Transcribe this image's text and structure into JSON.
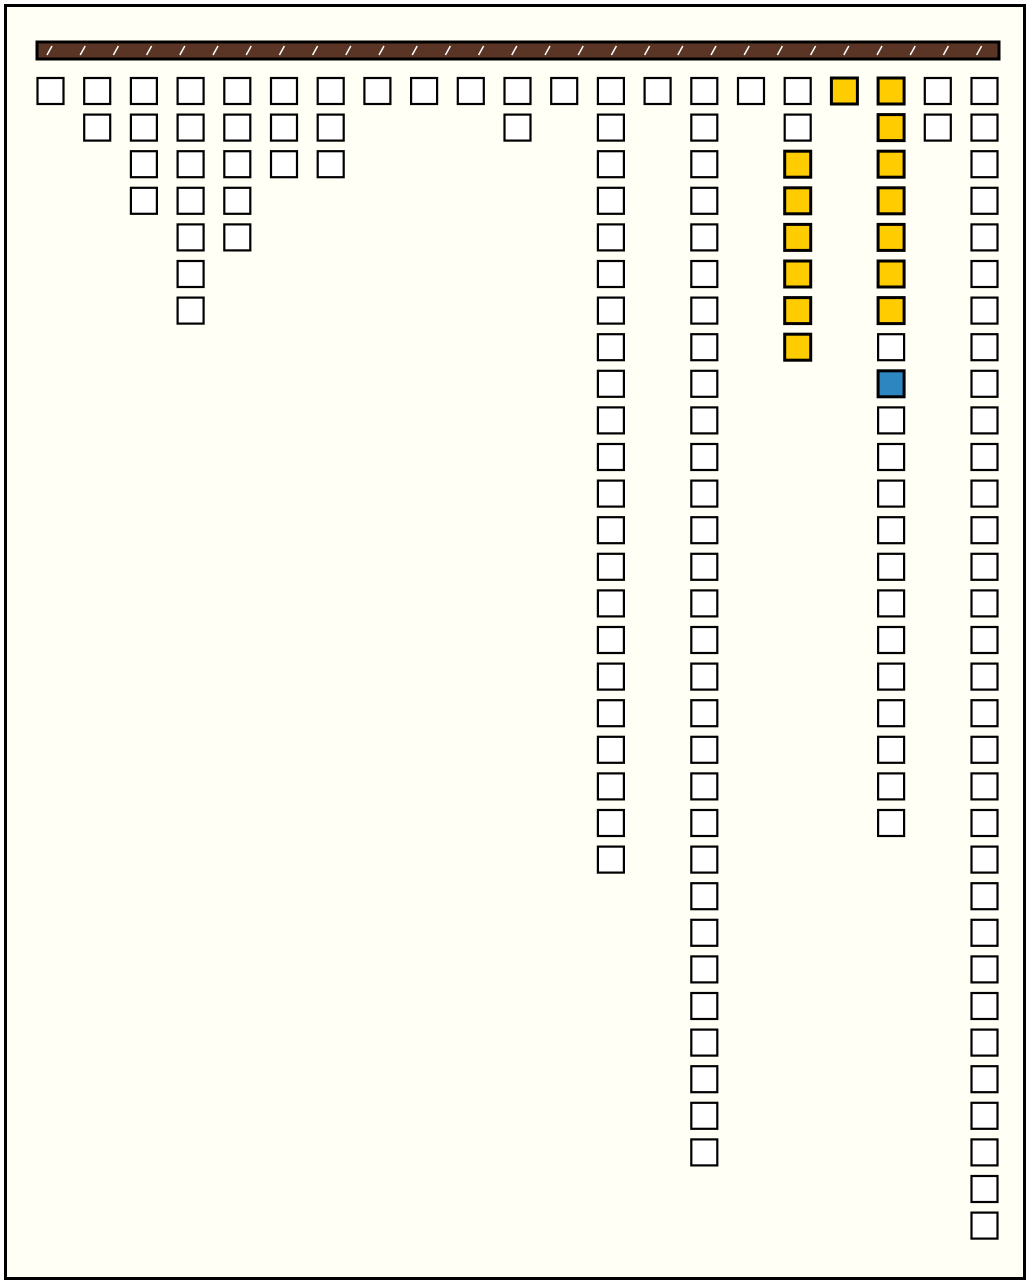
{
  "colors": {
    "background": "#fffff5",
    "border": "#000000",
    "bar_fill": "#5a3525",
    "bar_stripe": "#ffffff",
    "cell_empty": "#ffffff",
    "cell_yellow": "#ffcc00",
    "cell_blue": "#2e86c1"
  },
  "grid": {
    "columns": 21,
    "column_heights": [
      1,
      2,
      4,
      7,
      5,
      3,
      3,
      1,
      1,
      1,
      2,
      1,
      22,
      1,
      30,
      1,
      8,
      1,
      21,
      2,
      32
    ],
    "highlighted_cells": [
      {
        "col": 16,
        "row": 2,
        "color": "yellow"
      },
      {
        "col": 16,
        "row": 3,
        "color": "yellow"
      },
      {
        "col": 16,
        "row": 4,
        "color": "yellow"
      },
      {
        "col": 16,
        "row": 5,
        "color": "yellow"
      },
      {
        "col": 16,
        "row": 6,
        "color": "yellow"
      },
      {
        "col": 16,
        "row": 7,
        "color": "yellow"
      },
      {
        "col": 17,
        "row": 0,
        "color": "yellow"
      },
      {
        "col": 18,
        "row": 0,
        "color": "yellow"
      },
      {
        "col": 18,
        "row": 1,
        "color": "yellow"
      },
      {
        "col": 18,
        "row": 2,
        "color": "yellow"
      },
      {
        "col": 18,
        "row": 3,
        "color": "yellow"
      },
      {
        "col": 18,
        "row": 4,
        "color": "yellow"
      },
      {
        "col": 18,
        "row": 5,
        "color": "yellow"
      },
      {
        "col": 18,
        "row": 6,
        "color": "yellow"
      },
      {
        "col": 18,
        "row": 8,
        "color": "blue"
      }
    ]
  }
}
